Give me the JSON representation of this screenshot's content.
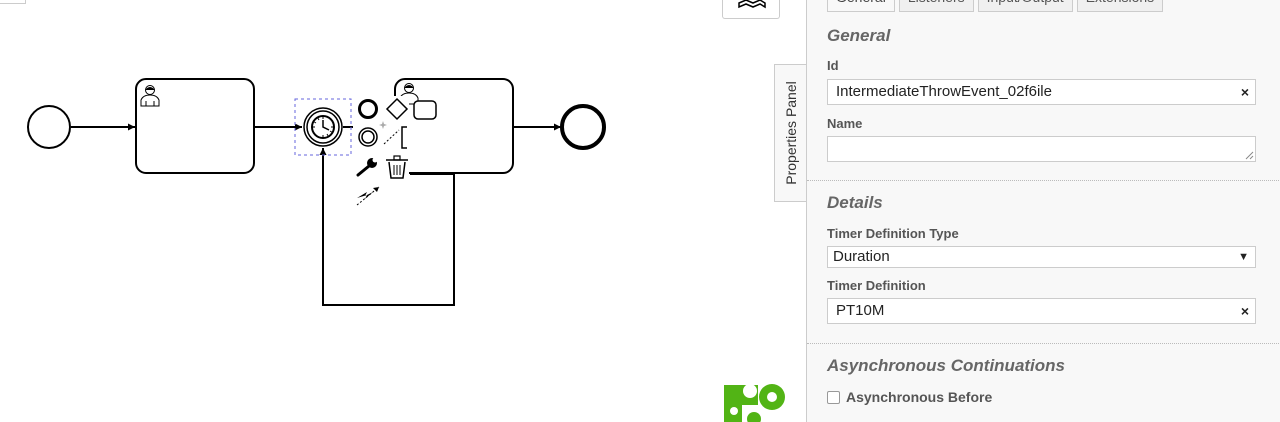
{
  "panel": {
    "toggle_label": "Properties Panel",
    "tabs": [
      {
        "label": "General"
      },
      {
        "label": "Listeners"
      },
      {
        "label": "Input/Output"
      },
      {
        "label": "Extensions"
      }
    ],
    "general": {
      "title": "General",
      "id_label": "Id",
      "id_value": "IntermediateThrowEvent_02f6ile",
      "name_label": "Name",
      "name_value": "",
      "clear_glyph": "×"
    },
    "details": {
      "title": "Details",
      "timer_type_label": "Timer Definition Type",
      "timer_type_value": "Duration",
      "timer_def_label": "Timer Definition",
      "timer_def_value": "PT10M"
    },
    "async": {
      "title": "Asynchronous Continuations",
      "before_label": "Asynchronous Before"
    }
  },
  "colors": {
    "stroke": "#000000",
    "selection": "#6666dd",
    "logo": "#52b415",
    "panel_bg": "#f8f8f8"
  },
  "icons": [
    "user-task-icon",
    "timer-icon",
    "wrench-icon",
    "trash-icon",
    "connect-icon",
    "map-icon",
    "camunda-logo-icon"
  ]
}
